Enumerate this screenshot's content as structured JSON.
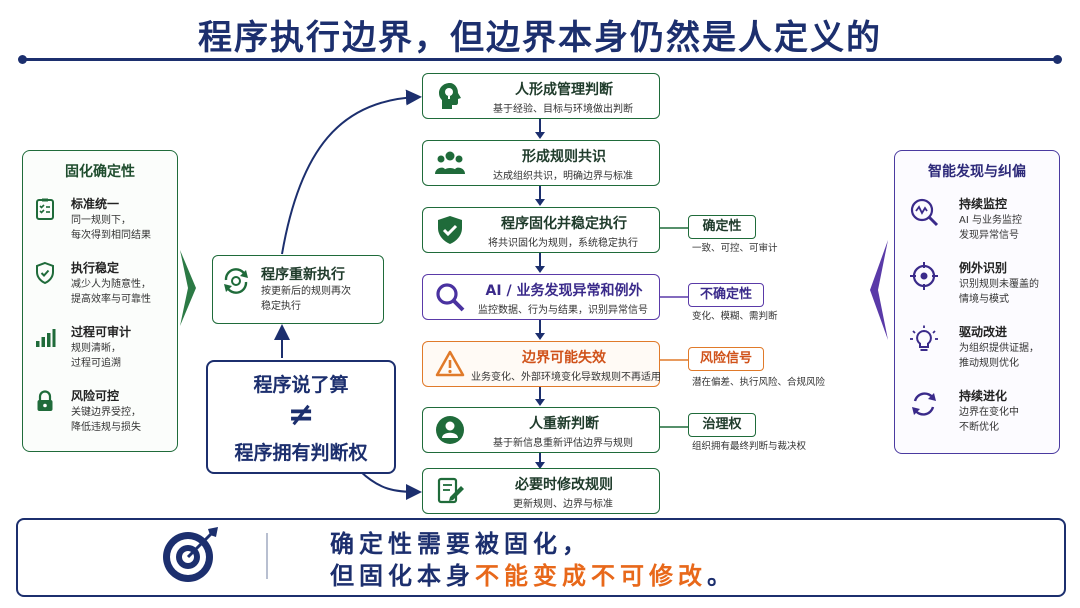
{
  "title": "程序执行边界，但边界本身仍然是人定义的",
  "left_panel": {
    "heading": "固化确定性",
    "items": [
      {
        "icon": "checklist-icon",
        "title": "标准统一",
        "desc": [
          "同一规则下，",
          "每次得到相同结果"
        ]
      },
      {
        "icon": "shield-check-icon",
        "title": "执行稳定",
        "desc": [
          "减少人为随意性，",
          "提高效率与可靠性"
        ]
      },
      {
        "icon": "bar-chart-icon",
        "title": "过程可审计",
        "desc": [
          "规则清晰，",
          "过程可追溯"
        ]
      },
      {
        "icon": "lock-icon",
        "title": "风险可控",
        "desc": [
          "关键边界受控，",
          "降低违规与损失"
        ]
      }
    ]
  },
  "right_panel": {
    "heading": "智能发现与纠偏",
    "items": [
      {
        "icon": "monitor-search-icon",
        "title": "持续监控",
        "desc": [
          "AI 与业务监控",
          "发现异常信号"
        ]
      },
      {
        "icon": "target-icon",
        "title": "例外识别",
        "desc": [
          "识别规则未覆盖的",
          "情境与模式"
        ]
      },
      {
        "icon": "lightbulb-icon",
        "title": "驱动改进",
        "desc": [
          "为组织提供证据，",
          "推动规则优化"
        ]
      },
      {
        "icon": "cycle-icon",
        "title": "持续进化",
        "desc": [
          "边界在变化中",
          "不断优化"
        ]
      }
    ]
  },
  "steps": [
    {
      "icon": "head-idea-icon",
      "title": "人形成管理判断",
      "desc": "基于经验、目标与环境做出判断"
    },
    {
      "icon": "team-icon",
      "title": "形成规则共识",
      "desc": "达成组织共识，明确边界与标准"
    },
    {
      "icon": "shield-check-icon",
      "title": "程序固化并稳定执行",
      "desc": "将共识固化为规则，系统稳定执行"
    },
    {
      "icon": "search-icon",
      "title": "AI / 业务发现异常和例外",
      "desc": "监控数据、行为与结果，识别异常信号"
    },
    {
      "icon": "warning-icon",
      "title": "边界可能失效",
      "desc": "业务变化、外部环境变化导致规则不再适用"
    },
    {
      "icon": "person-icon",
      "title": "人重新判断",
      "desc": "基于新信息重新评估边界与规则"
    },
    {
      "icon": "edit-doc-icon",
      "title": "必要时修改规则",
      "desc": "更新规则、边界与标准"
    }
  ],
  "tags": [
    {
      "label": "确定性",
      "desc": "一致、可控、可审计"
    },
    {
      "label": "不确定性",
      "desc": "变化、模糊、需判断"
    },
    {
      "label": "风险信号",
      "desc": "潜在偏差、执行风险、合规风险"
    },
    {
      "label": "治理权",
      "desc": "组织拥有最终判断与裁决权"
    }
  ],
  "rerun": {
    "icon": "rerun-icon",
    "title": "程序重新执行",
    "desc": [
      "按更新后的规则再次",
      "稳定执行"
    ]
  },
  "program_box": {
    "line1": "程序说了算",
    "symbol": "≠",
    "line2": "程序拥有判断权"
  },
  "banner": {
    "icon": "target-arrow-icon",
    "line1": "确定性需要被固化，",
    "line2_prefix": "但固化本身",
    "line2_highlight": "不能变成不可修改",
    "line2_suffix": "。"
  },
  "colors": {
    "navy": "#1c2f6e",
    "green": "#1f6b3a",
    "purple": "#5a3aa8",
    "orange": "#e07a2a"
  }
}
